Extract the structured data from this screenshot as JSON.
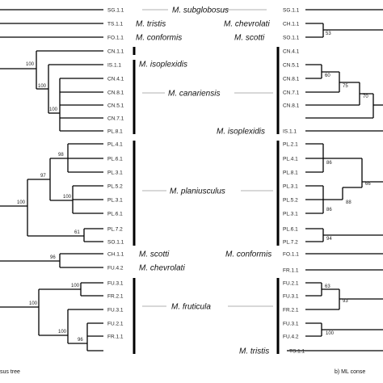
{
  "left_tree": {
    "caption": "sus tree",
    "tips": [
      "SG.1.1",
      "TS.1.1",
      "FO.1.1",
      "CN.1.1",
      "IS.1.1",
      "CN.4.1",
      "CN.8.1",
      "CN.5.1",
      "CN.7.1",
      "PL.8.1",
      "PL.4.1",
      "PL.6.1",
      "PL.3.1",
      "PL.5.2",
      "PL.3.1",
      "PL.6.1",
      "PL.7.2",
      "SO.1.1",
      "CH.1.1",
      "FU.4.2",
      "FU.3.1",
      "FR.2.1",
      "FU.3.1",
      "FU.2.1",
      "FR.1.1"
    ],
    "supports": [
      "100",
      "100",
      "100",
      "98",
      "97",
      "100",
      "100",
      "61",
      "96",
      "100",
      "100",
      "100",
      "96"
    ]
  },
  "right_tree": {
    "caption": "b) ML conse",
    "tips": [
      "SG.1.1",
      "CH.1.1",
      "SO.1.1",
      "CN.4.1",
      "CN.5.1",
      "CN.8.1",
      "CN.7.1",
      "CN.8.1",
      "IS.1.1",
      "PL.2.1",
      "PL.4.1",
      "PL.8.1",
      "PL.3.1",
      "PL.5.2",
      "PL.3.1",
      "PL.6.1",
      "PL.7.2",
      "FO.1.1",
      "FR.1.1",
      "FU.2.1",
      "FU.3.1",
      "FR.2.1",
      "FU.3.1",
      "FU.4.2",
      "TS.1.1"
    ],
    "supports": [
      "53",
      "60",
      "75",
      "70",
      "86",
      "66",
      "88",
      "86",
      "94",
      "63",
      "93",
      "100"
    ]
  },
  "species": {
    "subglobosus": "M. subglobosus",
    "tristis": "M. tristis",
    "conformis": "M. conformis",
    "chevrolati": "M. chevrolati",
    "scotti": "M. scotti",
    "isoplexidis": "M. isoplexidis",
    "canariensis": "M. canariensis",
    "isoplexidis2": "M. isoplexidis",
    "planiusculus": "M. planiusculus",
    "scotti2": "M. scotti",
    "chevrolati2": "M. chevrolati",
    "conformis2": "M. conformis",
    "fruticula": "M. fruticula",
    "tristis2": "M. tristis"
  }
}
